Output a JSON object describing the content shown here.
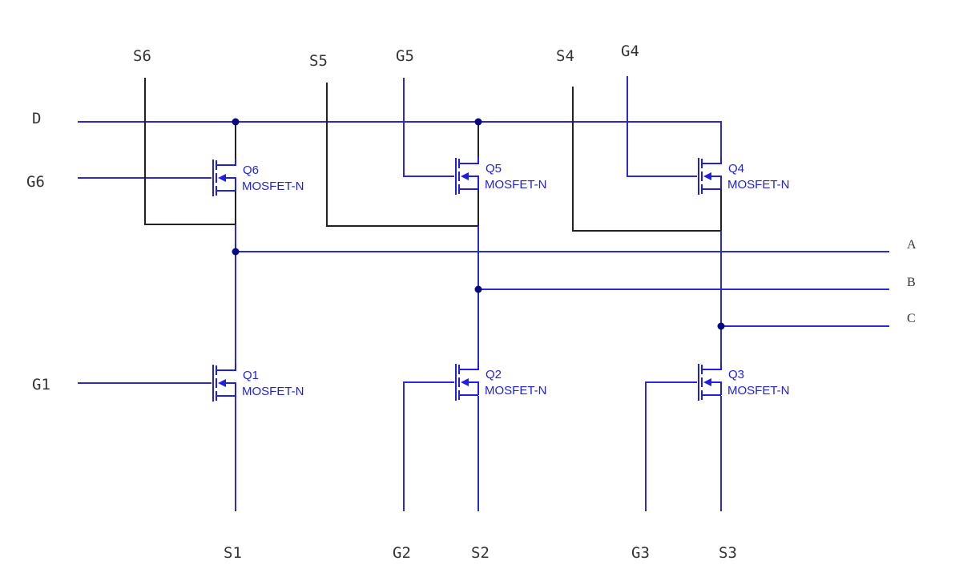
{
  "diagram": {
    "type": "circuit-schematic",
    "wire_colors": {
      "net": "#2a2ad0",
      "source_loop": "#222222",
      "symbol": "#1f1fe0",
      "junction": "#0a0a80"
    },
    "transistors": [
      {
        "ref": "Q6",
        "part": "MOSFET-N",
        "gate": "G6",
        "source_pin": "S6",
        "drain_net": "D",
        "output_net": "A"
      },
      {
        "ref": "Q5",
        "part": "MOSFET-N",
        "gate": "G5",
        "source_pin": "S5",
        "drain_net": "D",
        "output_net": "B"
      },
      {
        "ref": "Q4",
        "part": "MOSFET-N",
        "gate": "G4",
        "source_pin": "S4",
        "drain_net": "D",
        "output_net": "C"
      },
      {
        "ref": "Q1",
        "part": "MOSFET-N",
        "gate": "G1",
        "source_pin": "S1",
        "drain_net": "A"
      },
      {
        "ref": "Q2",
        "part": "MOSFET-N",
        "gate": "G2",
        "source_pin": "S2",
        "drain_net": "B"
      },
      {
        "ref": "Q3",
        "part": "MOSFET-N",
        "gate": "G3",
        "source_pin": "S3",
        "drain_net": "C"
      }
    ],
    "labels": {
      "top": [
        "S6",
        "S5",
        "G5",
        "S4",
        "G4"
      ],
      "left": [
        "D",
        "G6",
        "G1"
      ],
      "right": [
        "A",
        "B",
        "C"
      ],
      "bottom": [
        "S1",
        "G2",
        "S2",
        "G3",
        "S3"
      ]
    }
  }
}
